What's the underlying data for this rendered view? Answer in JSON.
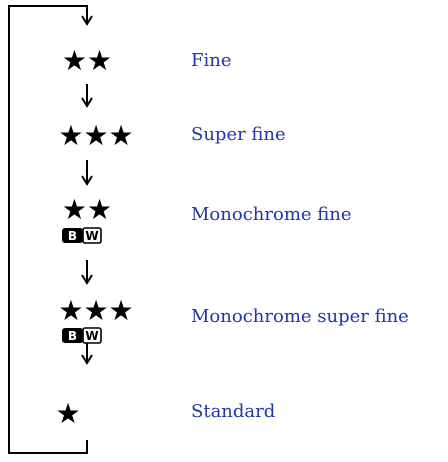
{
  "modes": [
    {
      "stars": "★★",
      "label": "Fine",
      "bw": false
    },
    {
      "stars": "★★★",
      "label": "Super fine",
      "bw": false
    },
    {
      "stars": "★★",
      "label": "Monochrome fine",
      "bw": true
    },
    {
      "stars": "★★★",
      "label": "Monochrome super fine",
      "bw": true
    },
    {
      "stars": "★",
      "label": "Standard",
      "bw": false
    }
  ],
  "bw_badge": {
    "left": "B",
    "right": "W"
  },
  "colors": {
    "label": "#1f35a8",
    "line": "#000000"
  }
}
